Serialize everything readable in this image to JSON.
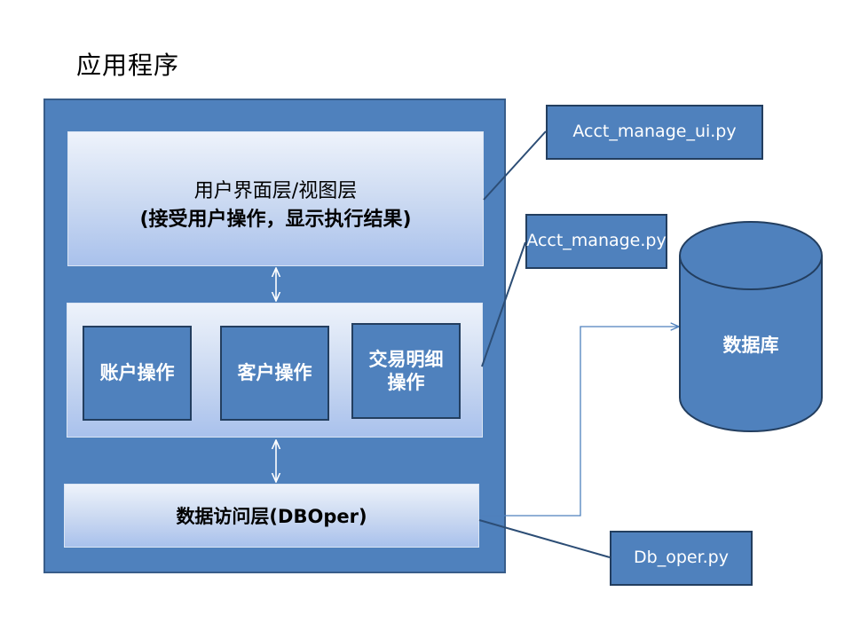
{
  "title": "应用程序",
  "layers": {
    "ui": {
      "line1": "用户界面层/视图层",
      "line2": "(接受用户操作，显示执行结果)"
    },
    "business": {
      "ops": [
        "账户操作",
        "客户操作",
        "交易明细操作"
      ]
    },
    "data_access": {
      "label": "数据访问层(DBOper)"
    }
  },
  "files": {
    "ui_file": "Acct_manage_ui.py",
    "business_file": "Acct_manage.py",
    "db_file": "Db_oper.py"
  },
  "database": {
    "label": "数据库"
  },
  "colors": {
    "box_fill": "#4f81bd",
    "box_border": "#233e5f",
    "connector": "#2c4d75",
    "arrow": "#4f81bd"
  }
}
